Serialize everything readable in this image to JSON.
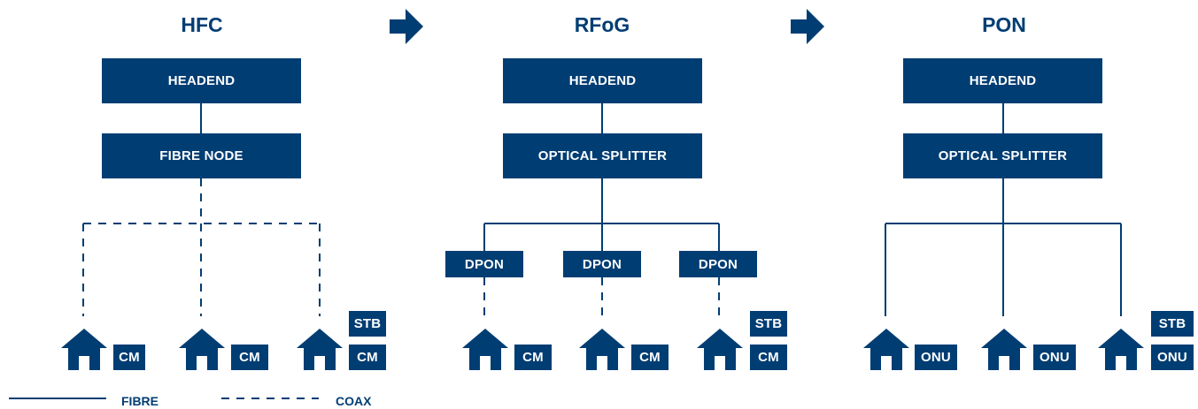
{
  "colors": {
    "primary": "#003d73",
    "background": "#ffffff"
  },
  "diagram": {
    "columns": [
      {
        "title": "HFC",
        "headend": "HEADEND",
        "node": "FIBRE NODE",
        "link_style": "coax",
        "splitters": [],
        "homes": [
          {
            "icon": "home-icon",
            "labels": [
              "CM"
            ]
          },
          {
            "icon": "home-icon",
            "labels": [
              "CM"
            ]
          },
          {
            "icon": "home-icon",
            "labels": [
              "STB",
              "CM"
            ]
          }
        ]
      },
      {
        "title": "RFoG",
        "headend": "HEADEND",
        "node": "OPTICAL SPLITTER",
        "link_style": "fibre",
        "splitters": [
          "DPON",
          "DPON",
          "DPON"
        ],
        "homes": [
          {
            "icon": "home-icon",
            "labels": [
              "CM"
            ]
          },
          {
            "icon": "home-icon",
            "labels": [
              "CM"
            ]
          },
          {
            "icon": "home-icon",
            "labels": [
              "STB",
              "CM"
            ]
          }
        ]
      },
      {
        "title": "PON",
        "headend": "HEADEND",
        "node": "OPTICAL SPLITTER",
        "link_style": "fibre",
        "splitters": [],
        "homes": [
          {
            "icon": "home-icon",
            "labels": [
              "ONU"
            ]
          },
          {
            "icon": "home-icon",
            "labels": [
              "ONU"
            ]
          },
          {
            "icon": "home-icon",
            "labels": [
              "STB",
              "ONU"
            ]
          }
        ]
      }
    ],
    "arrows": [
      "arrow-right-icon",
      "arrow-right-icon"
    ],
    "legend": {
      "fibre": "FIBRE",
      "coax": "COAX"
    }
  }
}
